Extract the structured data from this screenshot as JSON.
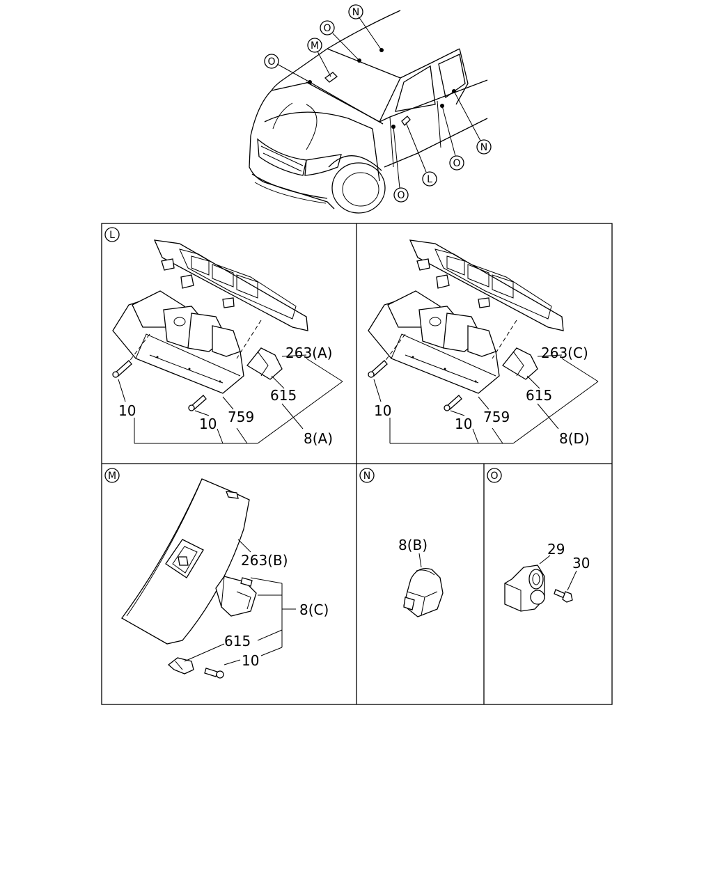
{
  "overview": {
    "callouts": [
      "N",
      "O",
      "M",
      "O",
      "N",
      "O",
      "L",
      "O"
    ]
  },
  "panels": {
    "L_left": {
      "letter": "L",
      "labels": [
        "263(A)",
        "615",
        "759",
        "10",
        "10",
        "8(A)"
      ]
    },
    "L_right": {
      "labels": [
        "263(C)",
        "615",
        "759",
        "10",
        "10",
        "8(D)"
      ]
    },
    "M": {
      "letter": "M",
      "labels": [
        "263(B)",
        "8(C)",
        "615",
        "10"
      ]
    },
    "N": {
      "letter": "N",
      "labels": [
        "8(B)"
      ]
    },
    "O": {
      "letter": "O",
      "labels": [
        "29",
        "30"
      ]
    }
  }
}
